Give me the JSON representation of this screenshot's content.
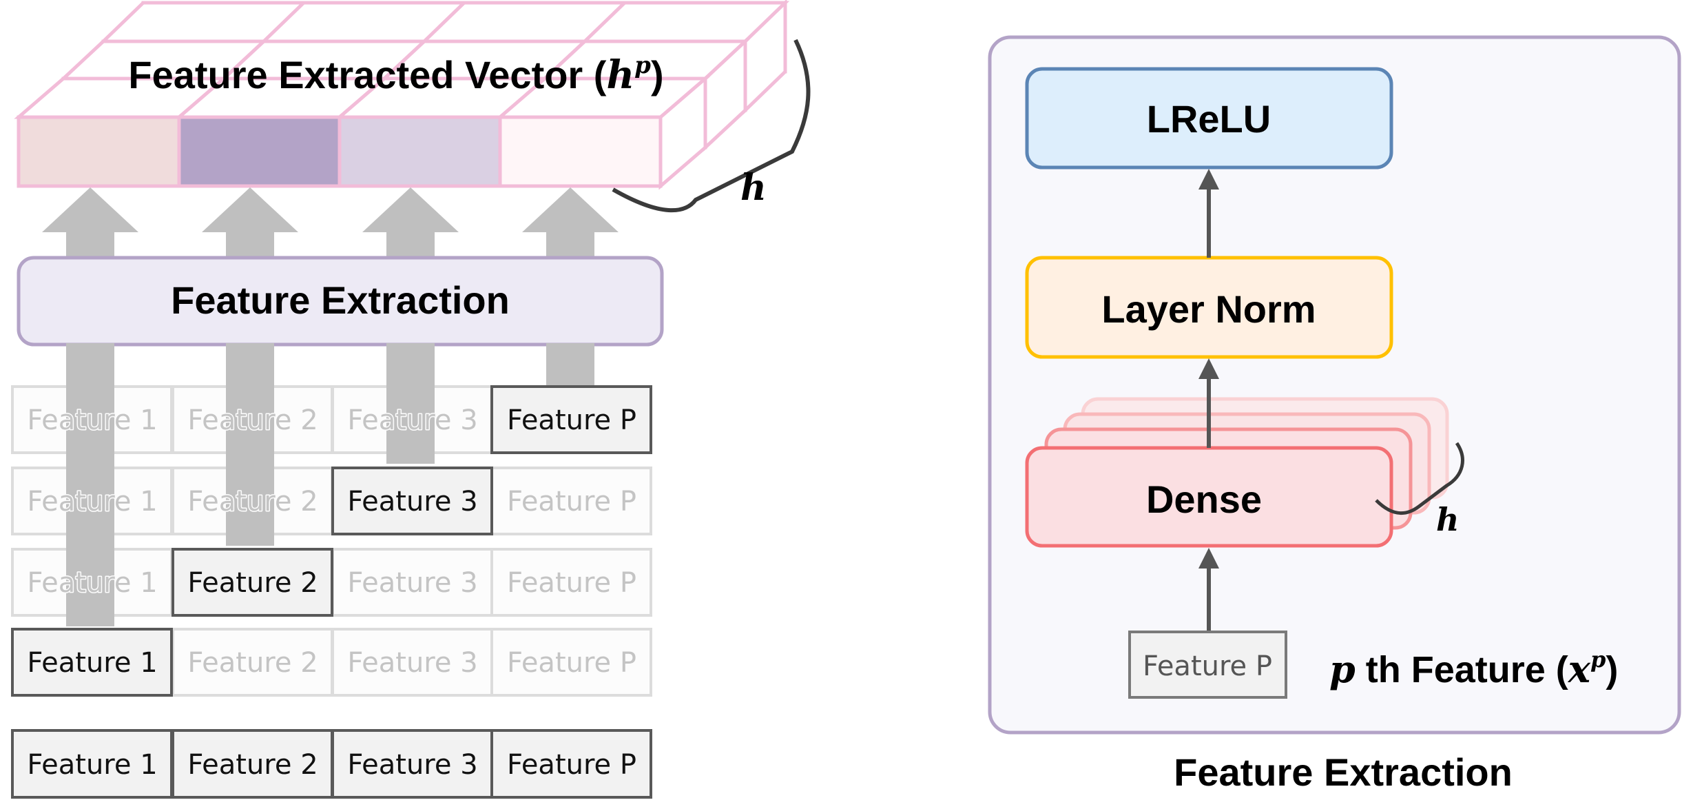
{
  "left": {
    "vector_title": "Feature Extracted Vector (",
    "vector_symbol": "h",
    "vector_superscript": "p",
    "vector_close": ")",
    "depth_label": "h",
    "extraction_label": "Feature Extraction",
    "vector_rows": [
      [
        "#f9dbe9",
        "#fff6f8",
        "#b3a3c7",
        "#fff6f8"
      ],
      [
        "#fff6f8",
        "#f7d5e0",
        "#fbd9f7",
        "#f0dcdc"
      ],
      [
        "#c9bbd6",
        "#fbd9f7",
        "#fae0ea",
        "#c9bbd6"
      ],
      [
        "#f0dcdc",
        "#b3a3c7",
        "#dad0e3",
        "#fff6f8"
      ]
    ],
    "feature_rows": [
      {
        "cells": [
          "Feature 1",
          "Feature 2",
          "Feature 3",
          "Feature P"
        ],
        "active": 3
      },
      {
        "cells": [
          "Feature 1",
          "Feature 2",
          "Feature 3",
          "Feature P"
        ],
        "active": 2
      },
      {
        "cells": [
          "Feature 1",
          "Feature 2",
          "Feature 3",
          "Feature P"
        ],
        "active": 1
      },
      {
        "cells": [
          "Feature 1",
          "Feature 2",
          "Feature 3",
          "Feature P"
        ],
        "active": 0
      }
    ],
    "input_row": [
      "Feature 1",
      "Feature 2",
      "Feature 3",
      "Feature P"
    ]
  },
  "right": {
    "lrelu": "LReLU",
    "layer_norm": "Layer Norm",
    "dense": "Dense",
    "depth_label": "h",
    "input_cell": "Feature P",
    "input_caption_symbol": "p",
    "input_caption_text": " th Feature (",
    "input_caption_x": "x",
    "input_caption_sup": "p",
    "input_caption_close": ")",
    "title": "Feature Extraction"
  },
  "colors": {
    "vector_border": "#f2bcd8",
    "arrow_gray": "#bfbfbf",
    "extraction_fill": "#edeaf5",
    "extraction_border": "#b3a3c7",
    "lrelu_fill": "#ddeefc",
    "lrelu_border": "#5b85b5",
    "norm_fill": "#fff0e2",
    "norm_border": "#ffc000",
    "dense_fill": "#fbdfe2",
    "dense_border": "#f36f73"
  }
}
